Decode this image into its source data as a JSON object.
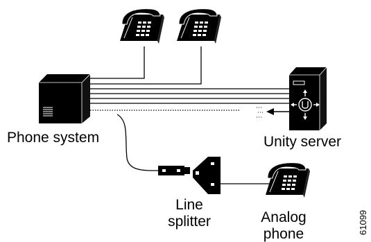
{
  "labels": {
    "phone_system": "Phone system",
    "unity_server": "Unity server",
    "line_splitter_1": "Line",
    "line_splitter_2": "splitter",
    "analog_phone_1": "Analog",
    "analog_phone_2": "phone",
    "figure_number": "61099"
  },
  "icons": {
    "desk_phone": "desk-phone-icon",
    "pbx": "phone-system-icon",
    "server": "unity-server-icon",
    "splitter": "line-splitter-icon"
  }
}
